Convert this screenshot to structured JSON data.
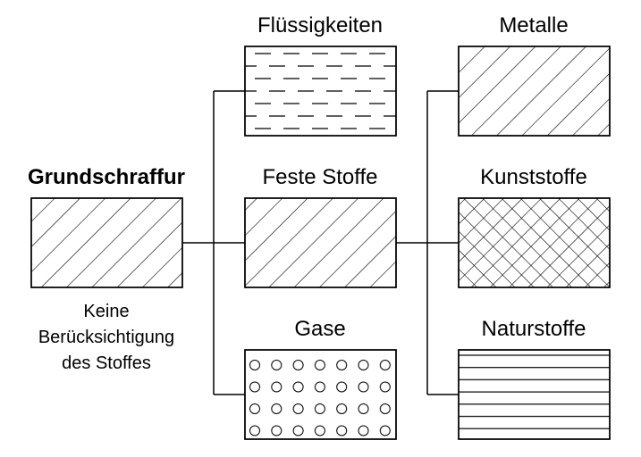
{
  "base": {
    "title": "Grundschraffur",
    "caption_lines": [
      "Keine",
      "Berücksichtigung",
      "des Stoffes"
    ]
  },
  "categories": {
    "liquids": "Flüssigkeiten",
    "solids": "Feste Stoffe",
    "gases": "Gase"
  },
  "solid_subtypes": {
    "metals": "Metalle",
    "plastics": "Kunststoffe",
    "natural": "Naturstoffe"
  },
  "colors": {
    "stroke": "#000000",
    "background": "#ffffff"
  }
}
